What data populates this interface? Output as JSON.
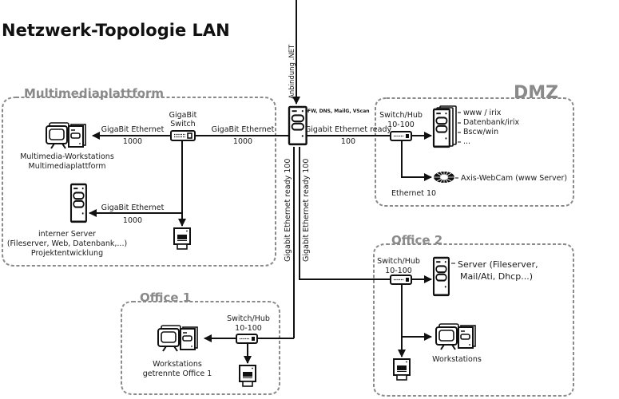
{
  "title": "Netzwerk-Topologie LAN",
  "internet": {
    "label": "Anbindung .NET"
  },
  "firewall": {
    "services": "FW, DNS,  MailG, VScan"
  },
  "zones": {
    "multimedia": {
      "title": "Multimediaplattform",
      "switch_label_1": "GigaBit",
      "switch_label_2": "Switch",
      "link_ws_label": "GigaBit Ethernet",
      "link_ws_speed": "1000",
      "link_uplink_label": "GigaBit Ethernet",
      "link_uplink_speed": "1000",
      "link_server_label": "GigaBit Ethernet",
      "link_server_speed": "1000",
      "workstations_line1": "Multimedia-Workstations",
      "workstations_line2": "Multimediaplattform",
      "server_line1": "interner Server",
      "server_line2": "(Fileserver, Web, Datenbank,...)",
      "server_line3": "Projektentwicklung"
    },
    "dmz": {
      "title": "DMZ",
      "switch_label_1": "Switch/Hub",
      "switch_label_2": "10-100",
      "uplink_label": "Gigabit Ethernet ready",
      "uplink_speed": "100",
      "servers": [
        "www / irix",
        "Datenbank/irix",
        "Bscw/win",
        "..."
      ],
      "webcam_label": "Axis-WebCam (www Server)",
      "webcam_link": "Ethernet 10"
    },
    "office1": {
      "title": "Office 1",
      "switch_label_1": "Switch/Hub",
      "switch_label_2": "10-100",
      "uplink_label": "Gigabit Ethernet ready 100",
      "workstations_line1": "Workstations",
      "workstations_line2": "getrennte Office 1"
    },
    "office2": {
      "title": "Office 2",
      "switch_label_1": "Switch/Hub",
      "switch_label_2": "10-100",
      "uplink_label": "Gigabit Ethernet ready 100",
      "server_line1": "Server (Fileserver,",
      "server_line2": "Mail/Ati, Dhcp...)",
      "workstations_label": "Workstations"
    }
  }
}
